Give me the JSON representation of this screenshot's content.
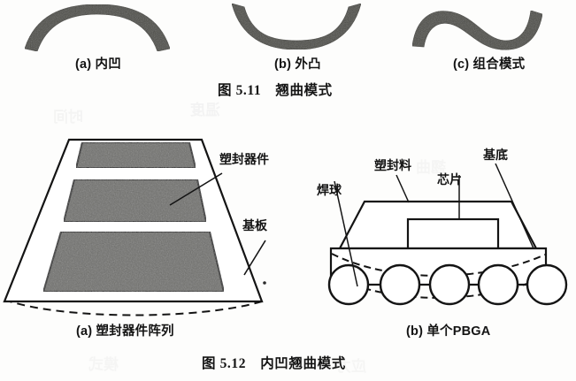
{
  "page": {
    "background_color": "#fdfdfc",
    "ink_color": "#141414",
    "warp_shape_color": "#4a4a44",
    "device_fill_color": "#6e6e6b",
    "device_fill_color_light": "#7a7a77"
  },
  "figure_511": {
    "caption": "图 5.11　翘曲模式",
    "caption_number": "图 5.11",
    "caption_title": "翘曲模式",
    "panels": [
      {
        "key": "a",
        "label": "(a) 内凹",
        "mode": "concave-up-bow",
        "shape": "arc-dome"
      },
      {
        "key": "b",
        "label": "(b) 外凸",
        "mode": "convex-up-bow",
        "shape": "arc-bowl"
      },
      {
        "key": "c",
        "label": "(c) 组合模式",
        "mode": "combined",
        "shape": "s-wave"
      }
    ]
  },
  "figure_512": {
    "caption": "图 5.12　内凹翘曲模式",
    "caption_number": "图 5.12",
    "caption_title": "内凹翘曲模式",
    "panels": [
      {
        "key": "a",
        "label": "(a) 塑封器件阵列",
        "callouts": [
          {
            "name": "molded-device",
            "text": "塑封器件"
          },
          {
            "name": "substrate-board",
            "text": "基板"
          }
        ],
        "device_count": 3
      },
      {
        "key": "b",
        "label": "(b) 单个PBGA",
        "callouts": [
          {
            "name": "solder-ball",
            "text": "焊球"
          },
          {
            "name": "mold-compound",
            "text": "塑封料"
          },
          {
            "name": "die-chip",
            "text": "芯片"
          },
          {
            "name": "substrate",
            "text": "基底"
          }
        ],
        "solder_ball_count": 5
      }
    ]
  },
  "bleed_through": {
    "note": "faint reverse-side print visible through paper",
    "lines": [
      "温度",
      "时间",
      "翘曲",
      "应力",
      "模式"
    ]
  }
}
